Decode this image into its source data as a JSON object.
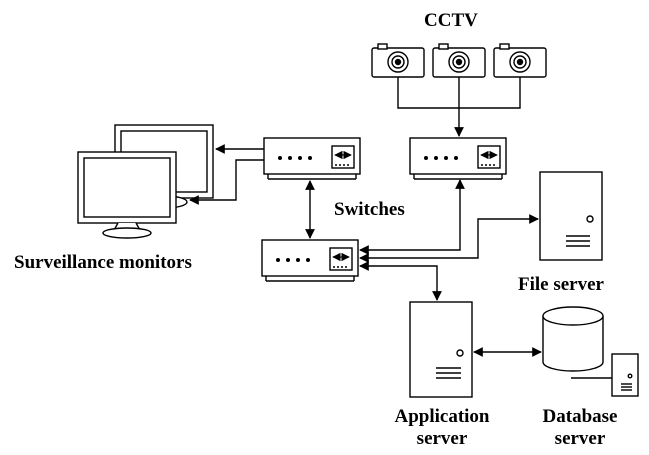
{
  "labels": {
    "cctv": "CCTV",
    "switches": "Switches",
    "surveillance_monitors": "Surveillance monitors",
    "file_server": "File server",
    "application_server_line1": "Application",
    "application_server_line2": "server",
    "database_server_line1": "Database",
    "database_server_line2": "server"
  },
  "colors": {
    "stroke": "#000000",
    "fill": "#ffffff",
    "text": "#000000"
  }
}
